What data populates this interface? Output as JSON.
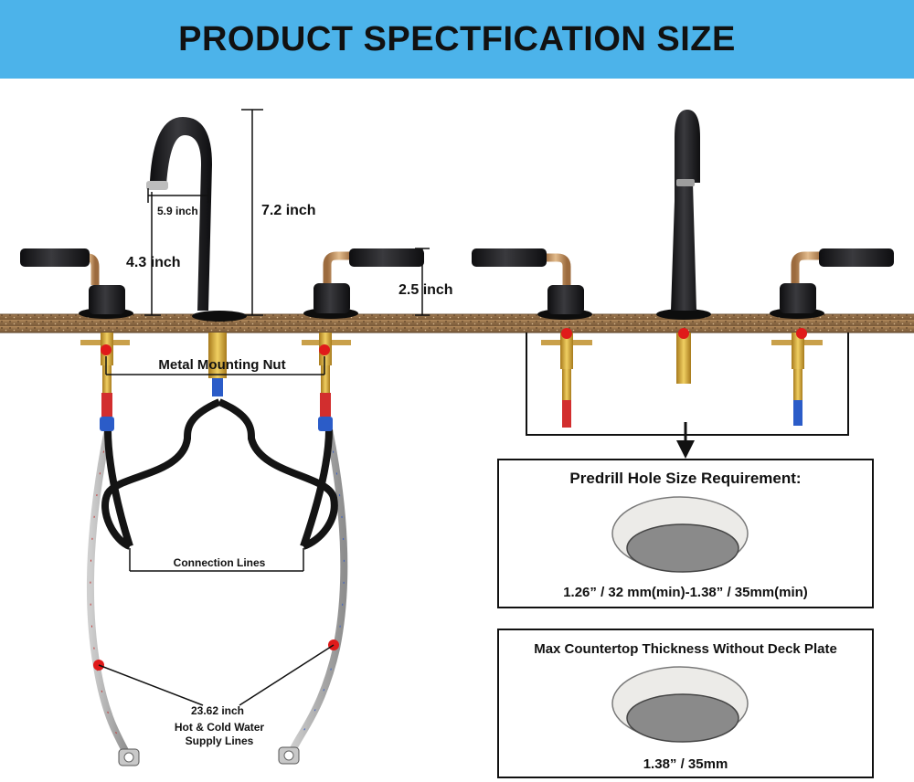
{
  "title": "PRODUCT SPECTFICATION SIZE",
  "colors": {
    "banner": "#4cb3ea",
    "faucet_matte_black": "#1c1c1e",
    "brass_accent": "#c79a6a",
    "countertop": "#9a7650",
    "marker": "#e01a1a",
    "hose_black": "#161616",
    "steel_hose": "#a8a8a8"
  },
  "dimensions": {
    "spout_reach": "5.9 inch",
    "total_height": "7.2 inch",
    "spout_height": "4.3 inch",
    "handle_height": "2.5 inch"
  },
  "callouts": {
    "mounting_nut": "Metal Mounting Nut",
    "connection_lines": "Connection Lines",
    "hose_length": "23.62 inch",
    "supply_line_1": "Hot & Cold Water",
    "supply_line_2": "Supply Lines"
  },
  "predrill": {
    "heading": "Predrill Hole Size Requirement:",
    "value": "1.26” / 32 mm(min)-1.38” / 35mm(min)"
  },
  "thickness": {
    "heading": "Max Countertop Thickness Without Deck Plate",
    "value": "1.38” / 35mm"
  },
  "icons": [
    "faucet-spout-icon",
    "lever-handle-icon",
    "mounting-nut-icon",
    "supply-hose-icon",
    "hole-diagram-icon",
    "down-arrow-icon"
  ]
}
